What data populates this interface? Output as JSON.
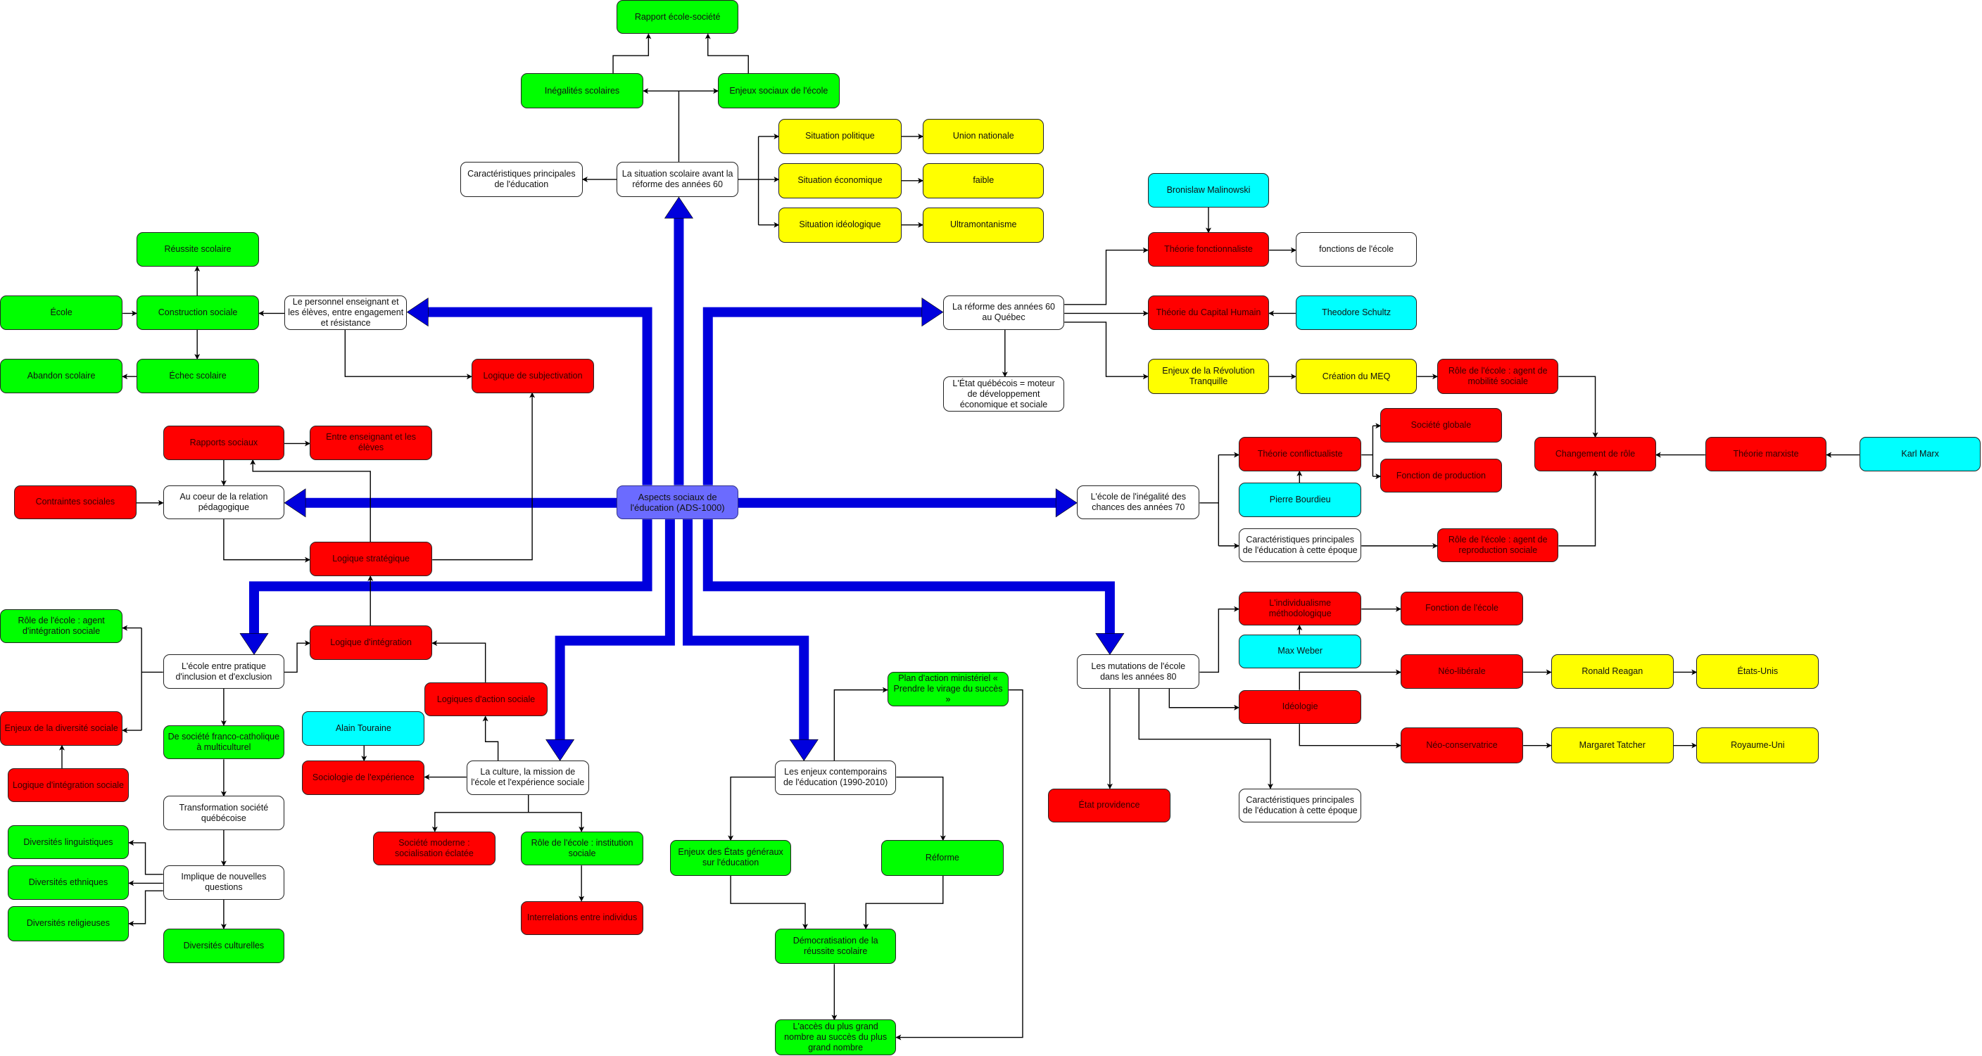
{
  "colors": {
    "green": "#00ff00",
    "red": "#ff0000",
    "yellow": "#ffff00",
    "cyan": "#00ffff",
    "white": "#ffffff",
    "center": "#6b6bff",
    "main_arrow": "#0000dd"
  },
  "nodes": [
    {
      "id": "center",
      "label": "Aspects sociaux de l'éducation (ADS-1000)",
      "color": "center"
    },
    {
      "id": "rapport",
      "label": "Rapport école-société",
      "color": "green"
    },
    {
      "id": "inegalites",
      "label": "Inégalités scolaires",
      "color": "green"
    },
    {
      "id": "enjeuxsociaux",
      "label": "Enjeux sociaux de l'école",
      "color": "green"
    },
    {
      "id": "caract1",
      "label": "Caractéristiques principales de l'éducation",
      "color": "white"
    },
    {
      "id": "situation",
      "label": "La situation scolaire avant la réforme des années 60",
      "color": "white"
    },
    {
      "id": "sitpol",
      "label": "Situation politique",
      "color": "yellow"
    },
    {
      "id": "union",
      "label": "Union nationale",
      "color": "yellow"
    },
    {
      "id": "siteco",
      "label": "Situation économique",
      "color": "yellow"
    },
    {
      "id": "faible",
      "label": "faible",
      "color": "yellow"
    },
    {
      "id": "sitideo",
      "label": "Situation idéologique",
      "color": "yellow"
    },
    {
      "id": "ultra",
      "label": "Ultramontanisme",
      "color": "yellow"
    },
    {
      "id": "malinowski",
      "label": "Bronislaw Malinowski",
      "color": "cyan"
    },
    {
      "id": "thfonct",
      "label": "Théorie fonctionnaliste",
      "color": "red"
    },
    {
      "id": "fonctions",
      "label": "fonctions de l'école",
      "color": "white"
    },
    {
      "id": "reforme60",
      "label": "La réforme des années 60 au Québec",
      "color": "white"
    },
    {
      "id": "capital",
      "label": "Théorie du Capital Humain",
      "color": "red"
    },
    {
      "id": "schultz",
      "label": "Theodore Schultz",
      "color": "cyan"
    },
    {
      "id": "etat",
      "label": "L'État québécois = moteur de développement économique et sociale",
      "color": "white"
    },
    {
      "id": "revolution",
      "label": "Enjeux de la Révolution Tranquille",
      "color": "yellow"
    },
    {
      "id": "meq",
      "label": "Création du MEQ",
      "color": "yellow"
    },
    {
      "id": "mobilite",
      "label": "Rôle de l'école : agent de mobilité sociale",
      "color": "red"
    },
    {
      "id": "globale",
      "label": "Société globale",
      "color": "red"
    },
    {
      "id": "conflict",
      "label": "Théorie conflictualiste",
      "color": "red"
    },
    {
      "id": "production",
      "label": "Fonction de production",
      "color": "red"
    },
    {
      "id": "changement",
      "label": "Changement de rôle",
      "color": "red"
    },
    {
      "id": "marxiste",
      "label": "Théorie marxiste",
      "color": "red"
    },
    {
      "id": "marx",
      "label": "Karl Marx",
      "color": "cyan"
    },
    {
      "id": "inegalite70",
      "label": "L'école de l'inégalité des chances des années 70",
      "color": "white"
    },
    {
      "id": "bourdieu",
      "label": "Pierre Bourdieu",
      "color": "cyan"
    },
    {
      "id": "caract2",
      "label": "Caractéristiques principales de l'éducation à cette époque",
      "color": "white"
    },
    {
      "id": "reproduction",
      "label": "Rôle de l'école : agent de reproduction sociale",
      "color": "red"
    },
    {
      "id": "individualisme",
      "label": "L'individualisme méthodologique",
      "color": "red"
    },
    {
      "id": "fonctionecole",
      "label": "Fonction de l'école",
      "color": "red"
    },
    {
      "id": "weber",
      "label": "Max Weber",
      "color": "cyan"
    },
    {
      "id": "mutations",
      "label": "Les mutations de l'école dans les années 80",
      "color": "white"
    },
    {
      "id": "neolib",
      "label": "Néo-libérale",
      "color": "red"
    },
    {
      "id": "reagan",
      "label": "Ronald Reagan",
      "color": "yellow"
    },
    {
      "id": "usa",
      "label": "États-Unis",
      "color": "yellow"
    },
    {
      "id": "ideologie",
      "label": "Idéologie",
      "color": "red"
    },
    {
      "id": "neocons",
      "label": "Néo-conservatrice",
      "color": "red"
    },
    {
      "id": "tatcher",
      "label": "Margaret Tatcher",
      "color": "yellow"
    },
    {
      "id": "uk",
      "label": "Royaume-Uni",
      "color": "yellow"
    },
    {
      "id": "providence",
      "label": "État providence",
      "color": "red"
    },
    {
      "id": "caract3",
      "label": "Caractéristiques principales de l'éducation à cette époque",
      "color": "white"
    },
    {
      "id": "reussite",
      "label": "Réussite scolaire",
      "color": "green"
    },
    {
      "id": "ecole",
      "label": "École",
      "color": "green"
    },
    {
      "id": "construction",
      "label": "Construction sociale",
      "color": "green"
    },
    {
      "id": "personnel",
      "label": "Le personnel enseignant et les élèves, entre engagement et résistance",
      "color": "white"
    },
    {
      "id": "abandon",
      "label": "Abandon scolaire",
      "color": "green"
    },
    {
      "id": "echec",
      "label": "Échec scolaire",
      "color": "green"
    },
    {
      "id": "subjectivation",
      "label": "Logique de subjectivation",
      "color": "red"
    },
    {
      "id": "rapports",
      "label": "Rapports sociaux",
      "color": "red"
    },
    {
      "id": "entre",
      "label": "Entre enseignant et les élèves",
      "color": "red"
    },
    {
      "id": "contraintes",
      "label": "Contraintes sociales",
      "color": "red"
    },
    {
      "id": "aucoeur",
      "label": "Au coeur de la relation pédagogique",
      "color": "white"
    },
    {
      "id": "strategique",
      "label": "Logique stratégique",
      "color": "red"
    },
    {
      "id": "agentintegration",
      "label": "Rôle de l'école : agent d'intégration sociale",
      "color": "green"
    },
    {
      "id": "inclusion",
      "label": "L'école entre pratique d'inclusion et d'exclusion",
      "color": "white"
    },
    {
      "id": "integration",
      "label": "Logique d'intégration",
      "color": "red"
    },
    {
      "id": "action",
      "label": "Logiques d'action sociale",
      "color": "red"
    },
    {
      "id": "touraine",
      "label": "Alain Touraine",
      "color": "cyan"
    },
    {
      "id": "diversite",
      "label": "Enjeux de la diversité sociale",
      "color": "red"
    },
    {
      "id": "francocath",
      "label": "De société franco-catholique à multiculturel",
      "color": "green"
    },
    {
      "id": "sociologie",
      "label": "Sociologie de l'expérience",
      "color": "red"
    },
    {
      "id": "culture",
      "label": "La culture, la mission de l'école et l'expérience sociale",
      "color": "white"
    },
    {
      "id": "integsociale",
      "label": "Logique d'intégration sociale",
      "color": "red"
    },
    {
      "id": "transformation",
      "label": "Transformation société québécoise",
      "color": "white"
    },
    {
      "id": "moderne",
      "label": "Société moderne : socialisation éclatée",
      "color": "red"
    },
    {
      "id": "institution",
      "label": "Rôle de l'école : institution sociale",
      "color": "green"
    },
    {
      "id": "linguistiques",
      "label": "Diversités linguistiques",
      "color": "green"
    },
    {
      "id": "ethniques",
      "label": "Diversités ethniques",
      "color": "green"
    },
    {
      "id": "religieuses",
      "label": "Diversités religieuses",
      "color": "green"
    },
    {
      "id": "implique",
      "label": "Implique de nouvelles questions",
      "color": "white"
    },
    {
      "id": "culturelles",
      "label": "Diversités culturelles",
      "color": "green"
    },
    {
      "id": "interrelations",
      "label": "Interrelations entre individus",
      "color": "red"
    },
    {
      "id": "plan",
      "label": "Plan d'action ministériel « Prendre le virage du succès »",
      "color": "green"
    },
    {
      "id": "contemporains",
      "label": "Les enjeux contemporains de l'éducation (1990-2010)",
      "color": "white"
    },
    {
      "id": "etatsgeneraux",
      "label": "Enjeux des États généraux sur l'éducation",
      "color": "green"
    },
    {
      "id": "reformenode",
      "label": "Réforme",
      "color": "green"
    },
    {
      "id": "democratisation",
      "label": "Démocratisation de la réussite scolaire",
      "color": "green"
    },
    {
      "id": "acces",
      "label": "L'accès du plus grand nombre au succès du plus grand nombre",
      "color": "green"
    }
  ]
}
